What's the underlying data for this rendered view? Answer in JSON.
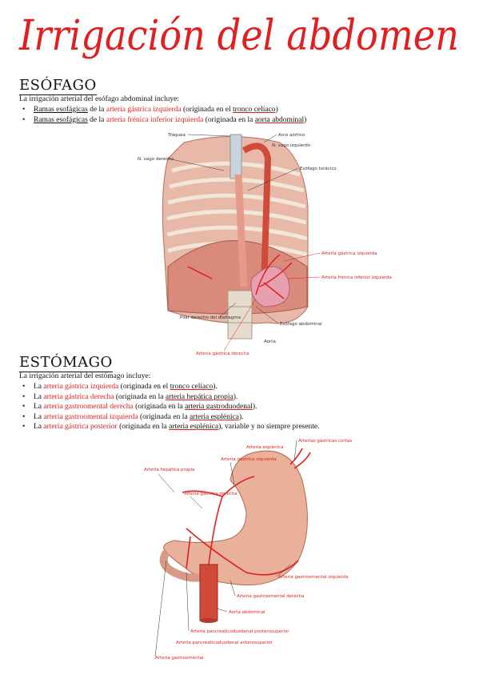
{
  "page_title": "Irrigación del abdomen",
  "esofago": {
    "heading": "ESÓFAGO",
    "intro": "La irrigación arterial del esófago abdominal incluye:",
    "items": [
      {
        "a": "Ramas esofágicas",
        "b": " de la ",
        "c": "arteria gástrica izquierda",
        "d": " (originada en el ",
        "e": "tronco celíaco",
        "f": ")"
      },
      {
        "a": "Ramas esofágicas",
        "b": " de la ",
        "c": "arteria frénica inferior izquierda",
        "d": " (originada en la ",
        "e": "aorta abdominal",
        "f": ")"
      }
    ],
    "figure_labels": {
      "traquea": "Tráquea",
      "arco_aortico": "Arco aórtico",
      "vago_izq": "N. vago izquierdo",
      "vago_der": "N. vago derecho",
      "esofago_toracico": "Esófago torácico",
      "gastrica_izq": "Arteria gástrica izquierda",
      "frenica_inf_izq": "Arteria frénica inferior izquierda",
      "pilar": "Pilar derecho del diafragma",
      "esofago_abdominal": "Esófago abdominal",
      "aorta": "Aorta",
      "gastrica_der": "Arteria gástrica derecha"
    }
  },
  "estomago": {
    "heading": "ESTÓMAGO",
    "intro": "La irrigación arterial del estómago incluye:",
    "items": [
      {
        "a": "La ",
        "b": "arteria gástrica izquierda",
        "c": " (originada en el ",
        "d": "tronco celíaco",
        "e": ")."
      },
      {
        "a": "La ",
        "b": "arteria gástrica derecha",
        "c": " (originada en la ",
        "d": "arteria hepática propia",
        "e": ")."
      },
      {
        "a": "La ",
        "b": "arteria gastroomental derecha",
        "c": " (originada en la ",
        "d": "arteria gastroduodenal",
        "e": ")."
      },
      {
        "a": "La ",
        "b": "arteria gastroomental izquierda",
        "c": " (originada en la ",
        "d": "arteria esplénica",
        "e": ")."
      },
      {
        "a": "La ",
        "b": "arteria gástrica posterior",
        "c": " (originada en la ",
        "d": "arteria esplénica",
        "e": "), variable y no siempre presente."
      }
    ],
    "figure_labels": {
      "gastricas_cortas": "Arterias gástricas cortas",
      "esplenica": "Arteria esplénica",
      "gastrica_izq": "Arteria gástrica izquierda",
      "hepatica_propia": "Arteria hepática propia",
      "gastrica_der": "Arteria gástrica derecha",
      "gastroomental_izq": "Arteria gastroomental izquierda",
      "gastroomental_der": "Arteria gastroomental derecha",
      "aorta_abdominal": "Aorta abdominal",
      "pancreatico_post": "Arteria pancreaticoduodenal posterosuperior",
      "pancreatico_ant": "Arteria pancreaticoduodenal anterosuperior",
      "gastroomental": "Arteria gastroomental"
    }
  },
  "colors": {
    "accent": "#e02020",
    "text": "#111111"
  }
}
